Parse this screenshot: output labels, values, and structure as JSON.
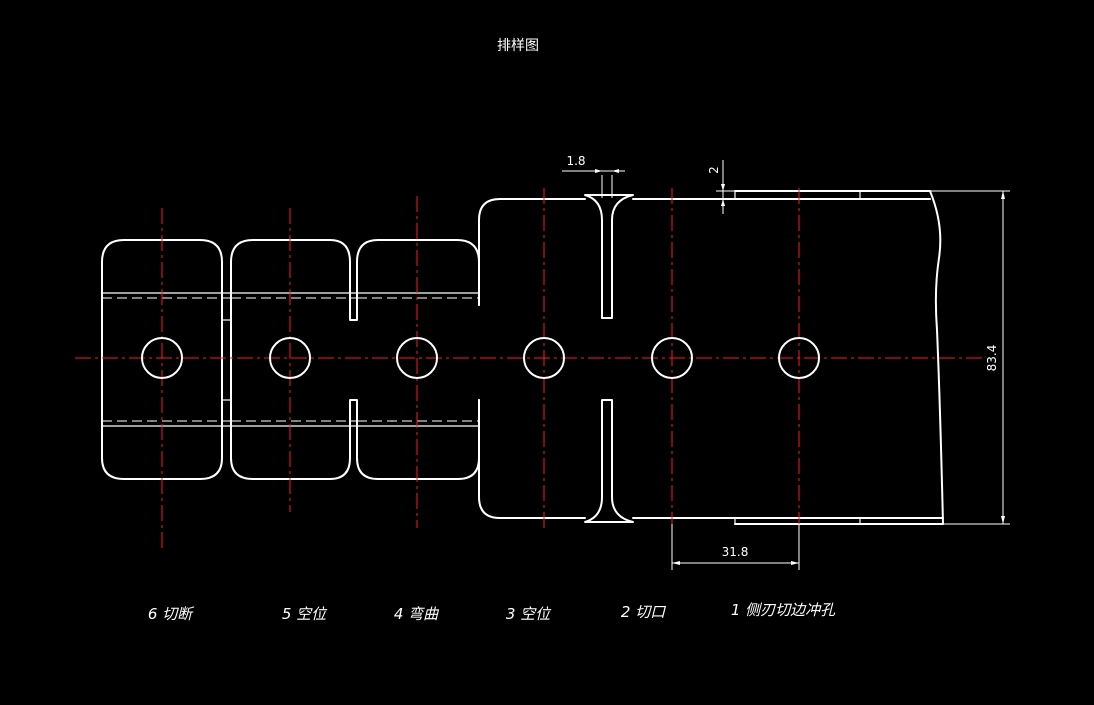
{
  "title": "排样图",
  "stations": [
    {
      "label": "6 切断"
    },
    {
      "label": "5 空位"
    },
    {
      "label": "4 弯曲"
    },
    {
      "label": "3 空位"
    },
    {
      "label": "2 切口"
    },
    {
      "label": "1 侧刃切边冲孔"
    }
  ],
  "dimensions": {
    "slot_width": "1.8",
    "edge_trim": "2",
    "strip_width": "83.4",
    "pitch": "31.8"
  },
  "colors": {
    "background": "#000000",
    "outline": "#ffffff",
    "centerline": "#ff1a1a"
  }
}
